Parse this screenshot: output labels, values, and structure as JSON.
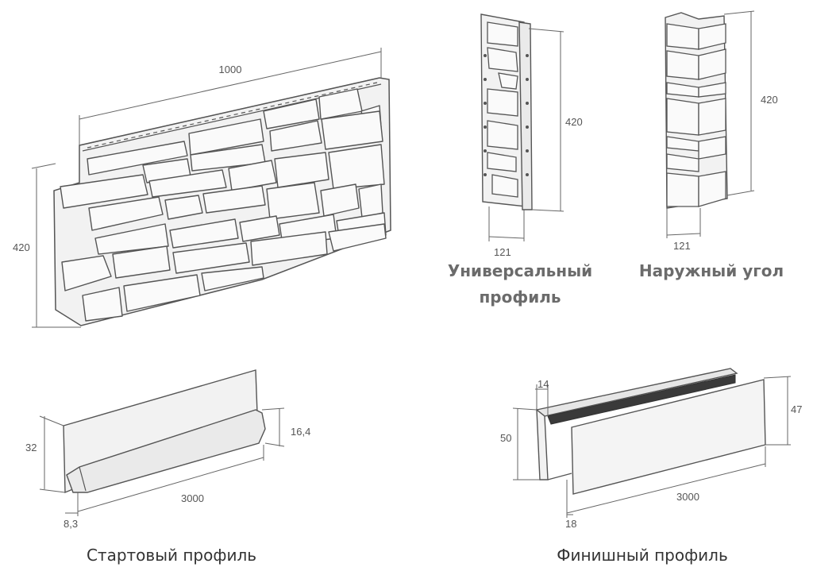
{
  "wall_panel": {
    "width_dim": "1000",
    "height_dim": "420"
  },
  "universal_profile": {
    "height_dim": "420",
    "width_dim": "121",
    "caption_line1": "Универсальный",
    "caption_line2": "профиль"
  },
  "outer_corner": {
    "height_dim": "420",
    "width_dim": "121",
    "caption": "Наружный угол"
  },
  "starter_profile": {
    "height_dim": "32",
    "lip_dim": "16,4",
    "length_dim": "3000",
    "depth_dim": "8,3",
    "caption": "Стартовый профиль"
  },
  "finish_profile": {
    "top_dim": "14",
    "height_dim": "50",
    "front_dim": "47",
    "length_dim": "3000",
    "depth_dim": "18",
    "caption": "Финишный профиль"
  },
  "colors": {
    "line": "#555555",
    "panel_fill": "#f2f2f2",
    "stone_fill": "#fafafa",
    "caption_grey": "#6b6b6b"
  }
}
